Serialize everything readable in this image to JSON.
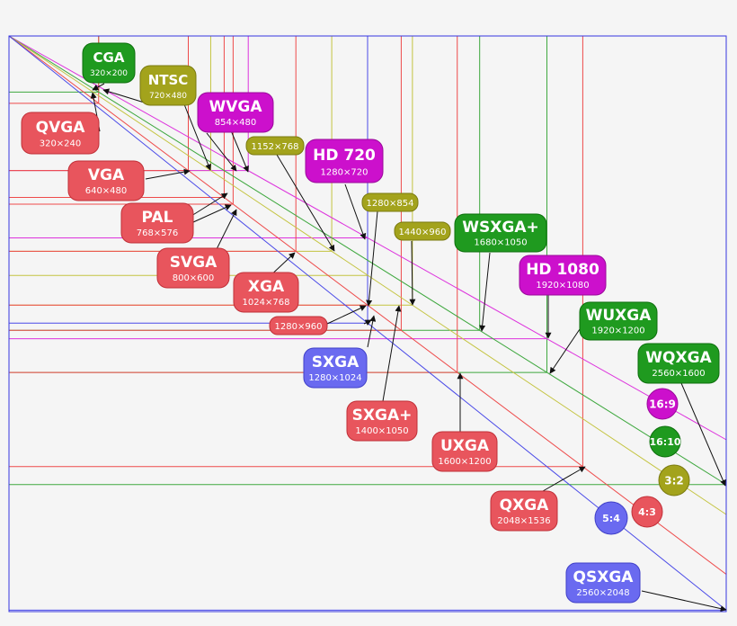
{
  "palette": {
    "red": "#e8555d",
    "green": "#1f9a1f",
    "olive": "#a3a31c",
    "magenta": "#cc10cc",
    "blue": "#6a6af0",
    "frame_blue": "#3535e0"
  },
  "resolutions": [
    {
      "id": "cga",
      "name": "CGA",
      "size": "320×200",
      "color": "green"
    },
    {
      "id": "ntsc",
      "name": "NTSC",
      "size": "720×480",
      "color": "olive"
    },
    {
      "id": "qvga",
      "name": "QVGA",
      "size": "320×240",
      "color": "red"
    },
    {
      "id": "wvga",
      "name": "WVGA",
      "size": "854×480",
      "color": "magenta"
    },
    {
      "id": "r1152",
      "name": "",
      "size": "1152×768",
      "color": "olive"
    },
    {
      "id": "hd720",
      "name": "HD 720",
      "size": "1280×720",
      "color": "magenta"
    },
    {
      "id": "vga",
      "name": "VGA",
      "size": "640×480",
      "color": "red"
    },
    {
      "id": "r1280x854",
      "name": "",
      "size": "1280×854",
      "color": "olive"
    },
    {
      "id": "pal",
      "name": "PAL",
      "size": "768×576",
      "color": "red"
    },
    {
      "id": "r1440",
      "name": "",
      "size": "1440×960",
      "color": "olive"
    },
    {
      "id": "wsxga",
      "name": "WSXGA+",
      "size": "1680×1050",
      "color": "green"
    },
    {
      "id": "svga",
      "name": "SVGA",
      "size": "800×600",
      "color": "red"
    },
    {
      "id": "hd1080",
      "name": "HD 1080",
      "size": "1920×1080",
      "color": "magenta"
    },
    {
      "id": "xga",
      "name": "XGA",
      "size": "1024×768",
      "color": "red"
    },
    {
      "id": "wuxga",
      "name": "WUXGA",
      "size": "1920×1200",
      "color": "green"
    },
    {
      "id": "r1280x960",
      "name": "",
      "size": "1280×960",
      "color": "red"
    },
    {
      "id": "sxga",
      "name": "SXGA",
      "size": "1280×1024",
      "color": "blue"
    },
    {
      "id": "wqxga",
      "name": "WQXGA",
      "size": "2560×1600",
      "color": "green"
    },
    {
      "id": "sxgap",
      "name": "SXGA+",
      "size": "1400×1050",
      "color": "red"
    },
    {
      "id": "uxga",
      "name": "UXGA",
      "size": "1600×1200",
      "color": "red"
    },
    {
      "id": "qxga",
      "name": "QXGA",
      "size": "2048×1536",
      "color": "red"
    },
    {
      "id": "qsxga",
      "name": "QSXGA",
      "size": "2560×2048",
      "color": "blue"
    }
  ],
  "aspect_ratios": [
    {
      "id": "r169",
      "label": "16:9",
      "color": "magenta"
    },
    {
      "id": "r1610",
      "label": "16:10",
      "color": "green"
    },
    {
      "id": "r32",
      "label": "3:2",
      "color": "olive"
    },
    {
      "id": "r43",
      "label": "4:3",
      "color": "red"
    },
    {
      "id": "r54",
      "label": "5:4",
      "color": "blue"
    }
  ]
}
